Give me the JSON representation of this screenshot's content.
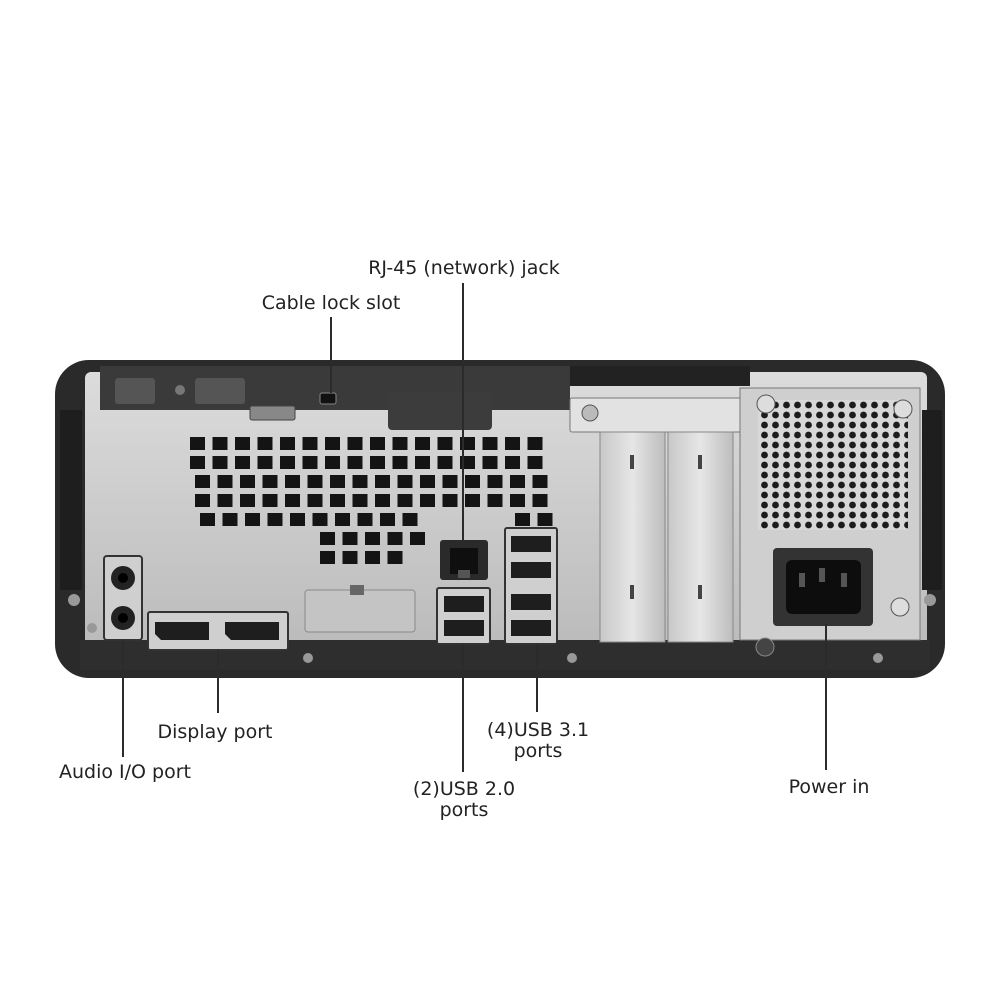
{
  "labels": {
    "rj45": "RJ-45 (network) jack",
    "cable_lock": "Cable lock slot",
    "display_port": "Display port",
    "audio_io": "Audio I/O port",
    "usb31_line1": "(4)USB 3.1",
    "usb31_line2": "ports",
    "usb20_line1": "(2)USB 2.0",
    "usb20_line2": "ports",
    "power_in": "Power in"
  },
  "colors": {
    "chassis_outer": "#2a2a2a",
    "panel": "#c9c9c9",
    "label_text": "#222222"
  }
}
